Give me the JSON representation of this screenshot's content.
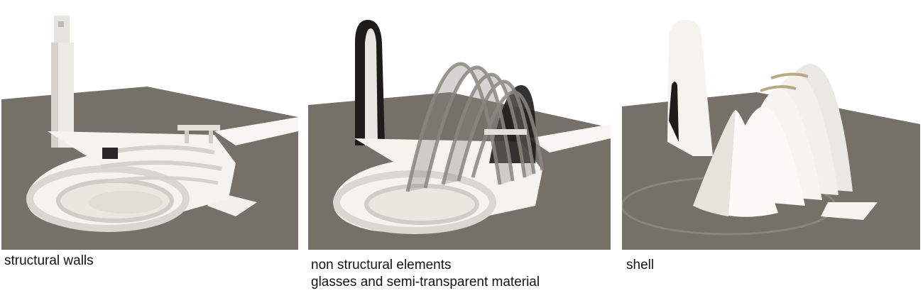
{
  "panels": [
    {
      "caption": "structural walls"
    },
    {
      "caption_line1": "non structural elements",
      "caption_line2": "glasses and semi-transparent material"
    },
    {
      "caption": "shell"
    }
  ],
  "colors": {
    "ground": "#757068",
    "model_white": "#f4f3ee",
    "model_shadow": "#d9d7cf",
    "dark_glass": "#1e1c1a",
    "translucent": "#8a8680"
  }
}
